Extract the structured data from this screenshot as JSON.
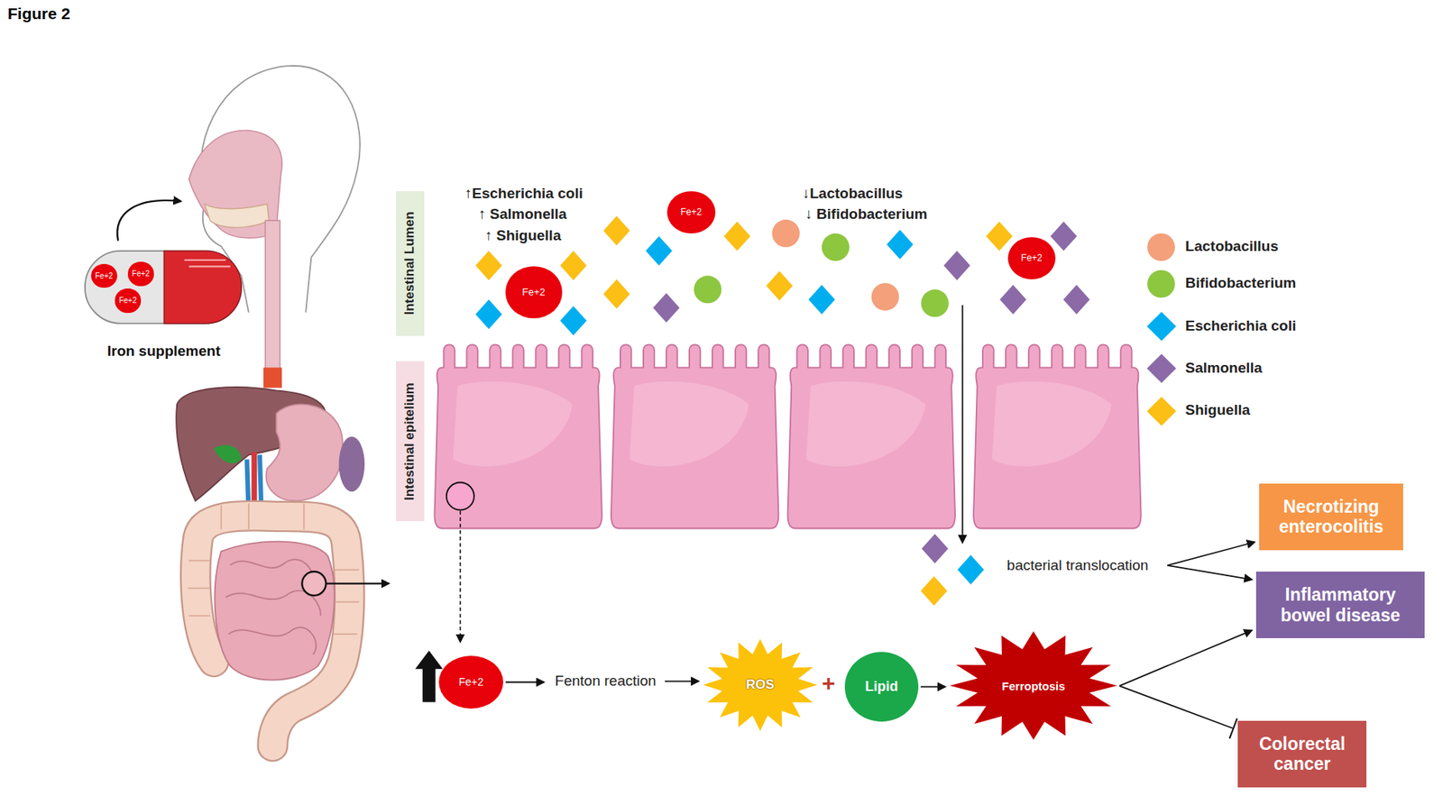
{
  "diagram": {
    "title": "Figure 2",
    "nodes": [
      {
        "text": [
          "Iron supplement"
        ]
      },
      {
        "text": [
          "Fe+2"
        ],
        "in": 0
      },
      {
        "text": [
          "Fe+2"
        ],
        "in": 0
      },
      {
        "text": [
          "Fe+2"
        ],
        "in": 0
      },
      {
        "text": [
          "Intestinal Lumen"
        ]
      },
      {
        "text": [
          "Intestinal epitelium"
        ]
      },
      {
        "text": [
          "Fe+2"
        ]
      },
      {
        "text": [
          "Fe+2"
        ]
      },
      {
        "text": [
          "Fe+2"
        ]
      },
      {
        "text": [
          "bacterial translocation"
        ]
      },
      {
        "text": [
          "Necrotizing enterocolitis"
        ]
      },
      {
        "text": [
          "Inflammatory bowel disease"
        ]
      },
      {
        "text": [
          "Fe+2"
        ]
      },
      {
        "text": [
          "Fenton reaction"
        ]
      },
      {
        "text": [
          "ROS"
        ]
      },
      {
        "text": [
          "Lipid"
        ]
      },
      {
        "text": [
          "Ferroptosis"
        ]
      },
      {
        "text": [
          "Colorectal cancer"
        ]
      }
    ],
    "edges": [
      {
        "from": 12,
        "to": 13,
        "arrow": "to"
      },
      {
        "from": 13,
        "to": 14,
        "arrow": "to"
      },
      {
        "from": 15,
        "to": 16,
        "arrow": "to"
      },
      {
        "from": 16,
        "to": 11,
        "arrow": "to"
      },
      {
        "from": 16,
        "to": 17,
        "arrow": "to"
      },
      {
        "from": 9,
        "to": 10,
        "arrow": "to"
      },
      {
        "from": 9,
        "to": 11,
        "arrow": "to"
      }
    ],
    "labels": [
      "↑Escherichia coli",
      "↑ Salmonella",
      "↑ Shiguella",
      "↓Lactobacillus",
      "↓ Bifidobacterium",
      "+"
    ],
    "legend": [
      {
        "text": "Lactobacillus",
        "color": "#f4a07a"
      },
      {
        "text": "Bifidobacterium",
        "color": "#8dc63f"
      },
      {
        "text": "Escherichia coli",
        "color": "#00aeef"
      },
      {
        "text": "Salmonella",
        "color": "#8b6aa7"
      },
      {
        "text": "Shiguella",
        "color": "#fbbf15"
      }
    ]
  }
}
